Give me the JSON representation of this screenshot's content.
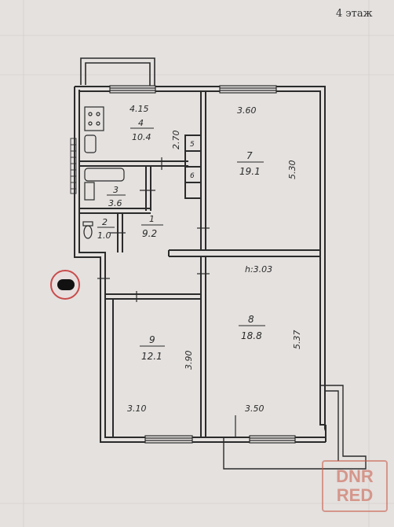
{
  "floor_label": "4 этаж",
  "watermark": {
    "line1": "DNR",
    "line2": "RED",
    "color": "#c85a46"
  },
  "rooms": {
    "kitchen": {
      "number": "4",
      "area": "10.4"
    },
    "bath": {
      "number": "3",
      "area": "3.6"
    },
    "toilet": {
      "number": "2",
      "area": "1.0"
    },
    "hall": {
      "number": "1",
      "area": "9.2"
    },
    "room7": {
      "number": "7",
      "area": "19.1"
    },
    "room8": {
      "number": "8",
      "area": "18.8"
    },
    "room9": {
      "number": "9",
      "area": "12.1"
    },
    "closet5": {
      "number": "5"
    },
    "closet6": {
      "number": "6"
    }
  },
  "dimensions": {
    "kitchen_width": "4.15",
    "kitchen_depth": "2.70",
    "room7_width": "3.60",
    "room7_depth": "5.30",
    "ceiling_height": "h:3.03",
    "room8_depth": "5.37",
    "room9_depth": "3.90",
    "room9_width": "3.10",
    "room8_width": "3.50"
  }
}
